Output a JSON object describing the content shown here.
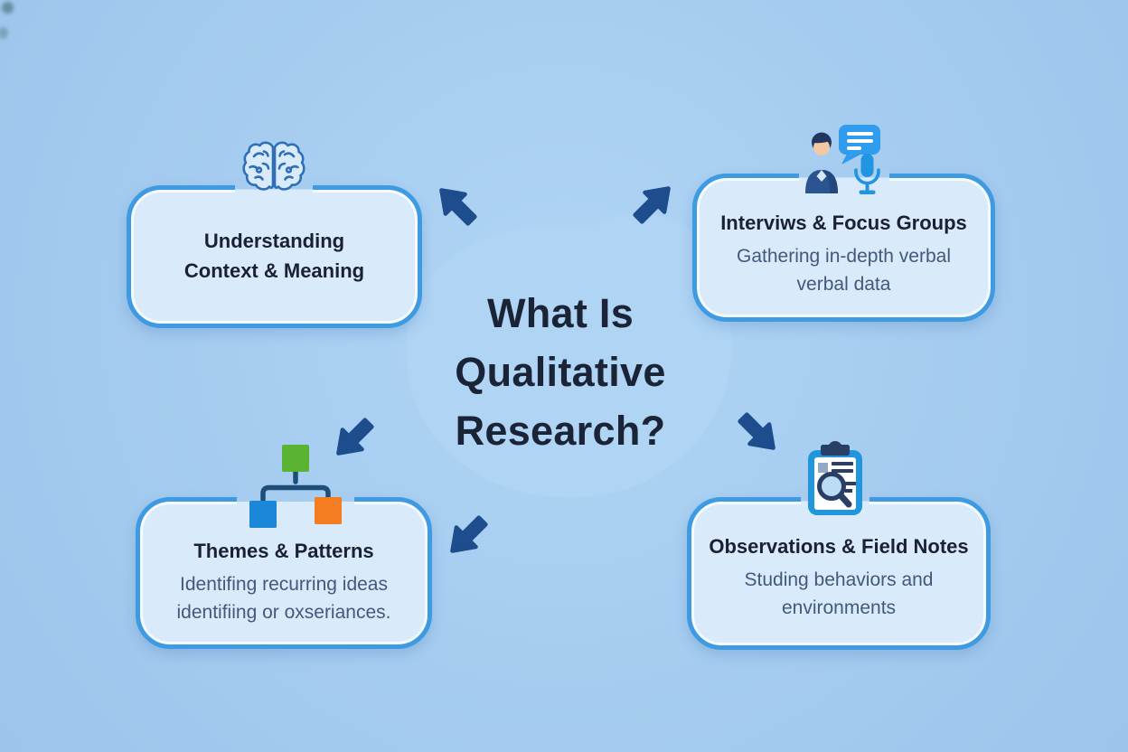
{
  "title": {
    "text": "What Is Qualitative Research?",
    "lines": [
      "What Is",
      "Qualitative",
      "Research?"
    ]
  },
  "cards": {
    "top_left": {
      "icon": "brain-icon",
      "heading": "Understanding Context & Meaning",
      "heading_lines": [
        "Understanding",
        "Context & Meaning"
      ],
      "body_lines": []
    },
    "top_right": {
      "icon": "person-speech-mic-icon",
      "heading": "Interviws & Focus Groups",
      "heading_lines": [
        "Interviws & Focus Groups"
      ],
      "body_lines": [
        "Gathering in-depth verbal",
        "verbal data"
      ]
    },
    "bottom_left": {
      "icon": "hierarchy-icon",
      "heading": "Themes & Patterns",
      "heading_lines": [
        "Themes & Patterns"
      ],
      "body_lines": [
        "Identifing recurring ideas",
        "identifiing or oxseriances."
      ]
    },
    "bottom_right": {
      "icon": "clipboard-magnifier-icon",
      "heading": "Observations & Field Notes",
      "heading_lines": [
        "Observations & Field Notes"
      ],
      "body_lines": [
        "Studing behaviors and",
        "environments"
      ]
    }
  },
  "arrows": [
    {
      "name": "arrow-to-top-left",
      "direction": "up-left"
    },
    {
      "name": "arrow-to-top-right",
      "direction": "up-right"
    },
    {
      "name": "arrow-to-bottom-left",
      "direction": "down-left"
    },
    {
      "name": "arrow-to-bottom-right",
      "direction": "down-right"
    },
    {
      "name": "arrow-to-bottom-left-2",
      "direction": "down-left"
    }
  ],
  "colors": {
    "background": "#a6cdf0",
    "center_blob": "#afd4f4",
    "card_fill": "#d9eafb",
    "card_border": "#3f9be1",
    "arrow": "#1d4d8d",
    "title_text": "#1b2436",
    "heading_text": "#1a2133",
    "body_text": "#41597a",
    "brain_stroke": "#2e6fb7",
    "speech_bubble_blue": "#2f9ced",
    "microphone_blue": "#2194e2",
    "person_navy": "#2b5590",
    "skin": "#f2c9a2",
    "tree_green": "#5ab431",
    "tree_blue": "#1b87d9",
    "tree_orange": "#f57d21",
    "tree_connector": "#1d4e7a",
    "clipboard_blue": "#2196dd",
    "clipboard_navy": "#2a3f66"
  }
}
